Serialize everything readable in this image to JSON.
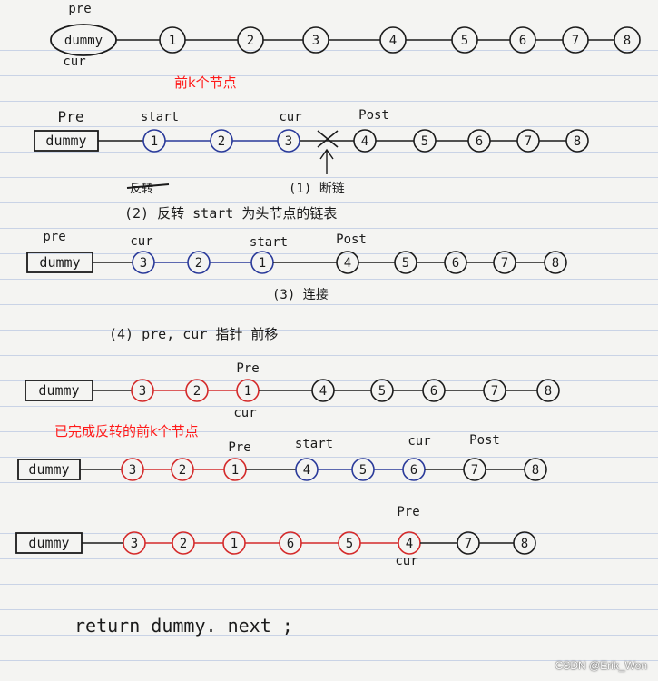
{
  "colors": {
    "ink": "#1b1b1b",
    "blue": "#2a3a9a",
    "red": "#d42a2a",
    "note": "#ff1a1a"
  },
  "stage1": {
    "dummy": "dummy",
    "pre": "pre",
    "cur": "cur",
    "nodes": [
      "1",
      "2",
      "3",
      "4",
      "5",
      "6",
      "7",
      "8"
    ]
  },
  "note1": "前k个节点",
  "stage2": {
    "dummy": "dummy",
    "pre": "Pre",
    "start": "start",
    "cur": "cur",
    "post": "Post",
    "step1": "(1) 断链",
    "step2_strike": "反转",
    "step2": "(2) 反转 start 为头节点的链表",
    "nodes": [
      "1",
      "2",
      "3",
      "4",
      "5",
      "6",
      "7",
      "8"
    ]
  },
  "stage3": {
    "dummy": "dummy",
    "pre": "pre",
    "cur": "cur",
    "start": "start",
    "post": "Post",
    "step3": "(3) 连接",
    "nodes": [
      "3",
      "2",
      "1",
      "4",
      "5",
      "6",
      "7",
      "8"
    ]
  },
  "step4": "(4)  pre, cur 指针 前移",
  "stage4": {
    "dummy": "dummy",
    "pre": "Pre",
    "cur": "cur",
    "nodes": [
      "3",
      "2",
      "1",
      "4",
      "5",
      "6",
      "7",
      "8"
    ]
  },
  "note2": "已完成反转的前k个节点",
  "stage5": {
    "dummy": "dummy",
    "pre": "Pre",
    "start": "start",
    "cur": "cur",
    "post": "Post",
    "nodes": [
      "3",
      "2",
      "1",
      "4",
      "5",
      "6",
      "7",
      "8"
    ]
  },
  "stage6": {
    "dummy": "dummy",
    "pre": "Pre",
    "cur": "cur",
    "nodes": [
      "3",
      "2",
      "1",
      "6",
      "5",
      "4",
      "7",
      "8"
    ]
  },
  "code": "return  dummy. next ;",
  "watermark": "CSDN @Erik_Won"
}
